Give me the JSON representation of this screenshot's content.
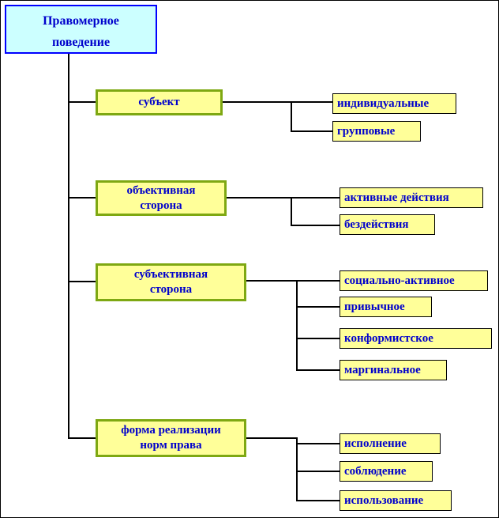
{
  "title": "Правомерное поведение",
  "root": {
    "label": "Правомерное\nповедение"
  },
  "branches": [
    {
      "label": "субъект",
      "children": [
        "индивидуальные",
        "групповые"
      ]
    },
    {
      "label": "объективная\nсторона",
      "children": [
        "активные действия",
        "бездействия"
      ]
    },
    {
      "label": "субъективная\nсторона",
      "children": [
        "социально-активное",
        "привычное",
        "конформистское",
        "маргинальное"
      ]
    },
    {
      "label": "форма реализации\nнорм права",
      "children": [
        "исполнение",
        "соблюдение",
        "использование"
      ]
    }
  ],
  "colors": {
    "root_fill": "#CCFFFF",
    "root_border": "#0000FF",
    "branch_fill": "#FFFF99",
    "branch_border": "#7EA812",
    "leaf_fill": "#FFFF99",
    "leaf_border": "#000000",
    "text": "#0000CC",
    "line": "#000000"
  }
}
